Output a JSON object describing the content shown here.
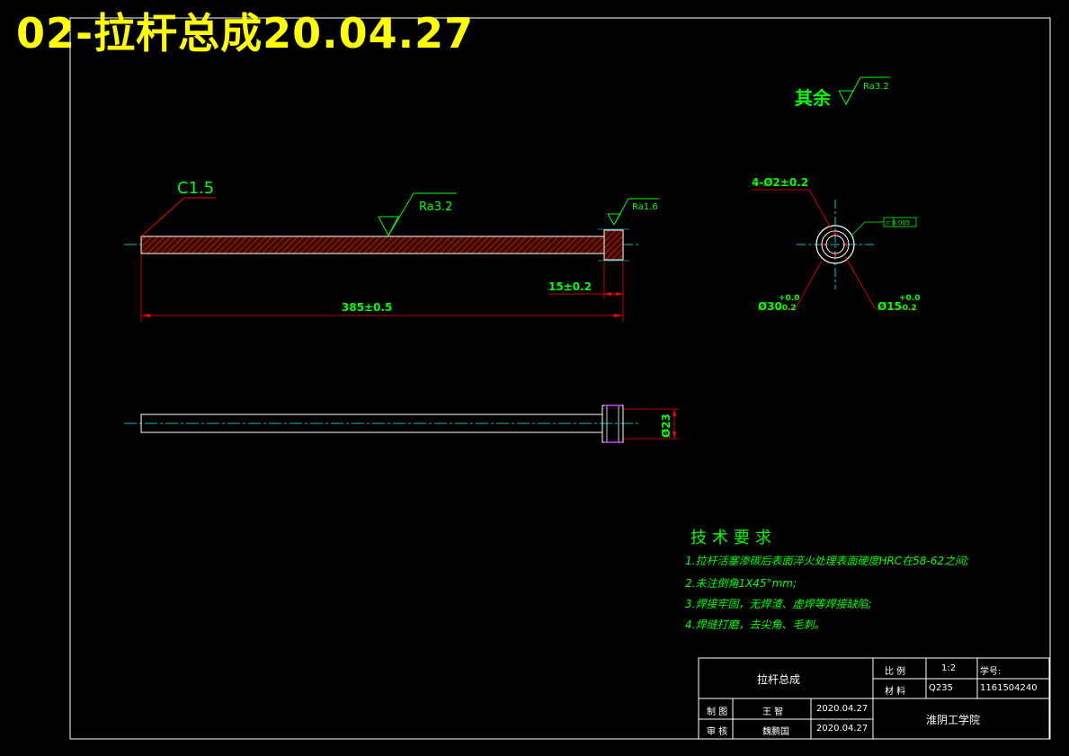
{
  "header": {
    "title": "02-拉杆总成20.04.27"
  },
  "annotations": {
    "roughness_other_prefix": "其余",
    "roughness_other_value": "Ra3.2",
    "chamfer": "C1.5",
    "rod_roughness": "Ra3.2",
    "end_roughness": "Ra1.6",
    "dim_end_length": "15±0.2",
    "dim_total_length": "385±0.5",
    "dim_holes": "4-Ø2±0.2",
    "tolerance_frame": "⌭ 0.005",
    "dim_outer_base": "Ø30",
    "dim_outer_tol_upper": "+0.0",
    "dim_outer_tol_lower": "-0.2",
    "dim_inner_base": "Ø15",
    "dim_inner_tol_upper": "+0.0",
    "dim_inner_tol_lower": "-0.2",
    "dim_diameter_side": "Ø23"
  },
  "tech_requirements": {
    "title": "技术要求",
    "items": [
      "1.拉杆活塞渗碳后表面淬火处理表面硬度HRC在58-62之间;",
      "2.未注倒角1X45°mm;",
      "3.焊接牢固，无焊渣、虚焊等焊接缺陷;",
      "4.焊缝打磨，去尖角、毛刺。"
    ]
  },
  "title_block": {
    "part_name": "拉杆总成",
    "scale_label": "比 例",
    "scale_value": "1:2",
    "student_no_label": "学号:",
    "student_no": "1161504240",
    "material_label": "材 料",
    "material_value": "Q235",
    "drawn_label": "制 图",
    "drawn_by": "王  智",
    "drawn_date": "2020.04.27",
    "checked_label": "审 核",
    "checked_by": "魏鹏国",
    "checked_date": "2020.04.27",
    "school": "淮阴工学院"
  },
  "colors": {
    "background": "#000000",
    "annotation": "#00ff00",
    "dimension": "#ff0000",
    "outline": "#ffffff",
    "centerline": "#00ffff",
    "title": "#ffff00",
    "hatch": "#cc2200"
  }
}
